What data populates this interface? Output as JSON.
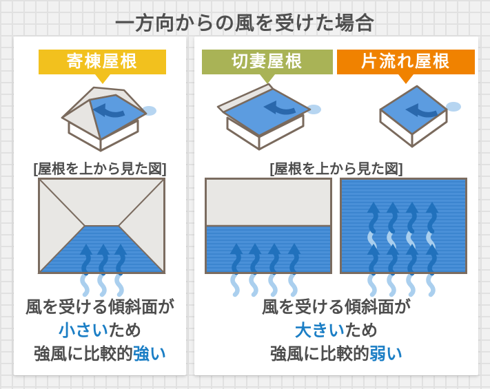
{
  "title": "一方向からの風を受けた場合",
  "palette": {
    "label_yellow": "#f2c11e",
    "label_green": "#a9b356",
    "label_orange": "#f08200",
    "accent_blue_text": "#1b7ec5",
    "dark_text": "#4d4d4d",
    "roof_blue": "#4a90d8",
    "arrow_blue": "#2171bc",
    "outline_brown": "#7b6c60"
  },
  "panels": {
    "left": {
      "roof_label": "寄棟屋根",
      "caption": "[屋根を上から見た図]",
      "result_line1": "風を受ける傾斜面が",
      "result_line2_em": "小さい",
      "result_line2_rest": "ため",
      "result_line3_head": "強風に比較的",
      "result_line3_em": "強い"
    },
    "right": {
      "roof_label_gable": "切妻屋根",
      "roof_label_shed": "片流れ屋根",
      "caption": "[屋根を上から見た図]",
      "result_line1": "風を受ける傾斜面が",
      "result_line2_em": "大きい",
      "result_line2_rest": "ため",
      "result_line3_head": "強風に比較的",
      "result_line3_em": "弱い"
    }
  }
}
